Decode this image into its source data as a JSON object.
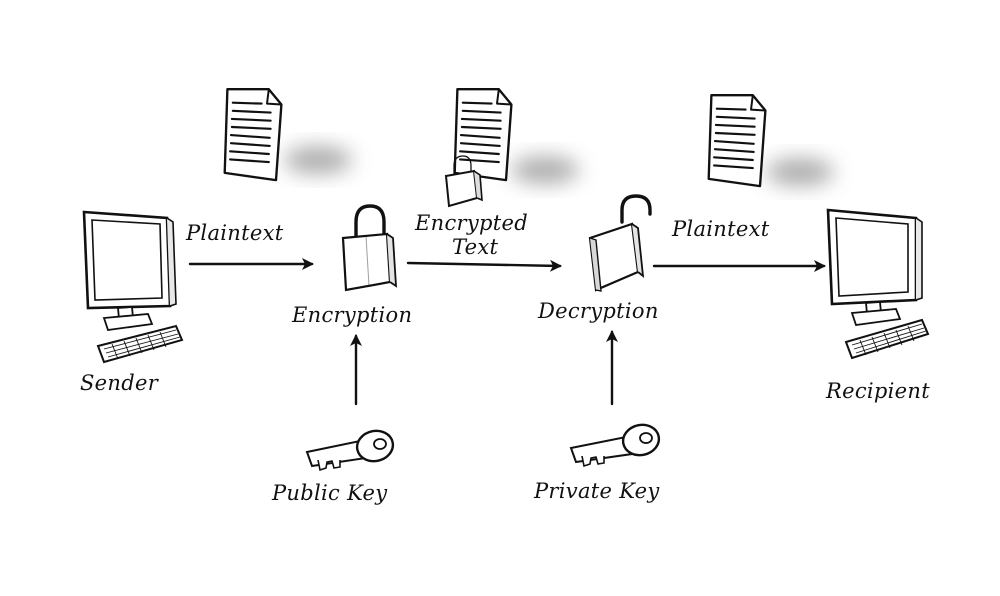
{
  "labels": {
    "sender": "Sender",
    "plaintext_left": "Plaintext",
    "encryption": "Encryption",
    "encrypted_line1": "Encrypted",
    "encrypted_line2": "Text",
    "decryption": "Decryption",
    "plaintext_right": "Plaintext",
    "recipient": "Recipient",
    "public_key": "Public Key",
    "private_key": "Private Key"
  },
  "icons": {
    "sender_computer": "computer-icon",
    "recipient_computer": "computer-icon",
    "document": "document-icon",
    "locked_padlock": "padlock-closed-icon",
    "open_padlock": "padlock-open-icon",
    "key": "key-icon"
  },
  "colors": {
    "ink": "#111111",
    "paper": "#ffffff",
    "shadow": "#9a9a9a"
  }
}
